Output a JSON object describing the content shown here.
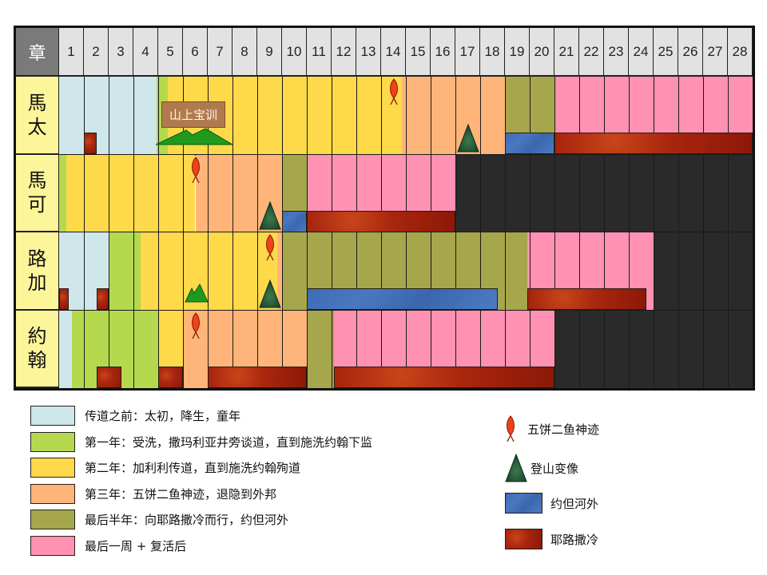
{
  "chart_data": {
    "type": "table",
    "title": "",
    "header": {
      "chapter_label": "章",
      "columns": [
        "1",
        "2",
        "3",
        "4",
        "5",
        "6",
        "7",
        "8",
        "9",
        "10",
        "11",
        "12",
        "13",
        "14",
        "15",
        "16",
        "17",
        "18",
        "19",
        "20",
        "21",
        "22",
        "23",
        "24",
        "25",
        "26",
        "27",
        "28"
      ]
    },
    "rows": [
      {
        "gospel": "馬太",
        "chapters_total": 28,
        "periods": [
          {
            "phase": "before",
            "from": 0,
            "to": 3.95
          },
          {
            "phase": "year1",
            "from": 3.95,
            "to": 4.4
          },
          {
            "phase": "year2",
            "from": 4.4,
            "to": 13.85
          },
          {
            "phase": "year3",
            "from": 13.85,
            "to": 18
          },
          {
            "phase": "last_half",
            "from": 18,
            "to": 20
          },
          {
            "phase": "final_week",
            "from": 20,
            "to": 28
          }
        ],
        "bars": [
          {
            "kind": "jerusalem",
            "from": 1,
            "to": 1.5,
            "top": 0.72
          },
          {
            "kind": "jordan",
            "from": 18,
            "to": 20,
            "top": 0.72
          },
          {
            "kind": "jerusalem",
            "from": 20,
            "to": 28,
            "top": 0.72
          }
        ],
        "markers": [
          {
            "kind": "fish",
            "chapter": 14
          },
          {
            "kind": "mountain",
            "chapter": 17
          }
        ],
        "annotation": {
          "text": "山上宝训",
          "chapters": "5-7"
        }
      },
      {
        "gospel": "馬可",
        "chapters_total": 16,
        "periods": [
          {
            "phase": "year1",
            "from": 0,
            "to": 0.3
          },
          {
            "phase": "year2",
            "from": 0.3,
            "to": 5.5
          },
          {
            "phase": "year3",
            "from": 5.5,
            "to": 9
          },
          {
            "phase": "last_half",
            "from": 9,
            "to": 10
          },
          {
            "phase": "final_week",
            "from": 10,
            "to": 16
          },
          {
            "phase": "none",
            "from": 16,
            "to": 28
          }
        ],
        "bars": [
          {
            "kind": "jordan",
            "from": 9,
            "to": 10,
            "top": 0.72
          },
          {
            "kind": "jerusalem",
            "from": 10,
            "to": 16,
            "top": 0.72
          }
        ],
        "markers": [
          {
            "kind": "fish",
            "chapter": 6
          },
          {
            "kind": "mountain",
            "chapter": 9
          }
        ]
      },
      {
        "gospel": "路加",
        "chapters_total": 24,
        "periods": [
          {
            "phase": "before",
            "from": 0,
            "to": 2
          },
          {
            "phase": "year1",
            "from": 2,
            "to": 3.3
          },
          {
            "phase": "year2",
            "from": 3.3,
            "to": 8.8
          },
          {
            "phase": "year3",
            "from": 8.8,
            "to": 9
          },
          {
            "phase": "last_half",
            "from": 9,
            "to": 18.9
          },
          {
            "phase": "final_week",
            "from": 18.9,
            "to": 24
          },
          {
            "phase": "none",
            "from": 24,
            "to": 28
          }
        ],
        "bars": [
          {
            "kind": "jerusalem",
            "from": 0,
            "to": 0.4,
            "top": 0.72
          },
          {
            "kind": "jerusalem",
            "from": 1.5,
            "to": 2,
            "top": 0.72
          },
          {
            "kind": "jordan",
            "from": 10,
            "to": 17.7,
            "top": 0.72
          },
          {
            "kind": "jerusalem",
            "from": 18.9,
            "to": 23.7,
            "top": 0.72
          }
        ],
        "markers": [
          {
            "kind": "fish",
            "chapter": 9
          },
          {
            "kind": "mountain",
            "chapter": 9
          },
          {
            "kind": "sermon_mount",
            "chapter": 6
          }
        ]
      },
      {
        "gospel": "約翰",
        "chapters_total": 21,
        "periods": [
          {
            "phase": "before",
            "from": 0,
            "to": 0.5
          },
          {
            "phase": "year1",
            "from": 0.5,
            "to": 4
          },
          {
            "phase": "year2",
            "from": 4,
            "to": 5
          },
          {
            "phase": "year3",
            "from": 5,
            "to": 10
          },
          {
            "phase": "last_half",
            "from": 10,
            "to": 11.1
          },
          {
            "phase": "final_week",
            "from": 11.1,
            "to": 20
          },
          {
            "phase": "none",
            "from": 20,
            "to": 28
          }
        ],
        "bars": [
          {
            "kind": "jerusalem",
            "from": 1.5,
            "to": 2.5,
            "top": 0.72
          },
          {
            "kind": "jerusalem",
            "from": 4,
            "to": 5,
            "top": 0.72
          },
          {
            "kind": "jerusalem",
            "from": 6,
            "to": 10,
            "top": 0.72
          },
          {
            "kind": "jerusalem",
            "from": 11.1,
            "to": 20,
            "top": 0.72
          }
        ],
        "markers": [
          {
            "kind": "fish",
            "chapter": 6
          }
        ]
      }
    ],
    "legend": {
      "phases": [
        {
          "key": "before",
          "color": "#cfe6ea",
          "label": "传道之前：太初，降生，童年"
        },
        {
          "key": "year1",
          "color": "#b5d94e",
          "label": "第一年：受洗，撒玛利亚井旁谈道，直到施洗约翰下监"
        },
        {
          "key": "year2",
          "color": "#fed94a",
          "label": "第二年：加利利传道，直到施洗约翰殉道"
        },
        {
          "key": "year3",
          "color": "#ffb57a",
          "label": "第三年：五饼二鱼神迹，退隐到外邦"
        },
        {
          "key": "last_half",
          "color": "#a6a64c",
          "label": "最后半年：向耶路撒冷而行，约但河外"
        },
        {
          "key": "final_week",
          "color": "#ff91b2",
          "label": "最后一周 + 复活后"
        }
      ],
      "markers": [
        {
          "key": "fish",
          "icon": "fish-icon",
          "color": "#f0421a",
          "label": "五饼二鱼神迹"
        },
        {
          "key": "mountain",
          "icon": "mountain-triangle-icon",
          "color": "#1f5a35",
          "label": "登山变像"
        },
        {
          "key": "jordan",
          "icon": "blue-bar",
          "color": "#3d6bb5",
          "label": "约但河外"
        },
        {
          "key": "jerusalem",
          "icon": "red-bar",
          "color": "#a8260e",
          "label": "耶路撒冷"
        }
      ],
      "none_color": "#2a2a2a"
    }
  }
}
